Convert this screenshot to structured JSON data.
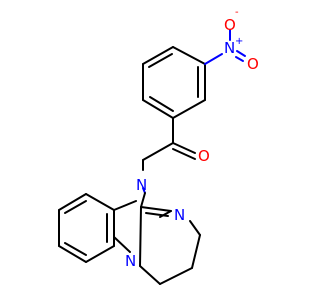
{
  "structure": {
    "atoms": {
      "nitro_n": "N",
      "nitro_n_charge": "+",
      "nitro_o_top": "O",
      "nitro_o_top_charge": "-",
      "nitro_o_right": "O",
      "ketone_o": "O",
      "imidazole_n": "N",
      "imine_n": "N",
      "ring_n": "N"
    },
    "colors": {
      "carbon_bond": "#000000",
      "nitrogen": "#0000ff",
      "oxygen": "#ff0000"
    }
  }
}
